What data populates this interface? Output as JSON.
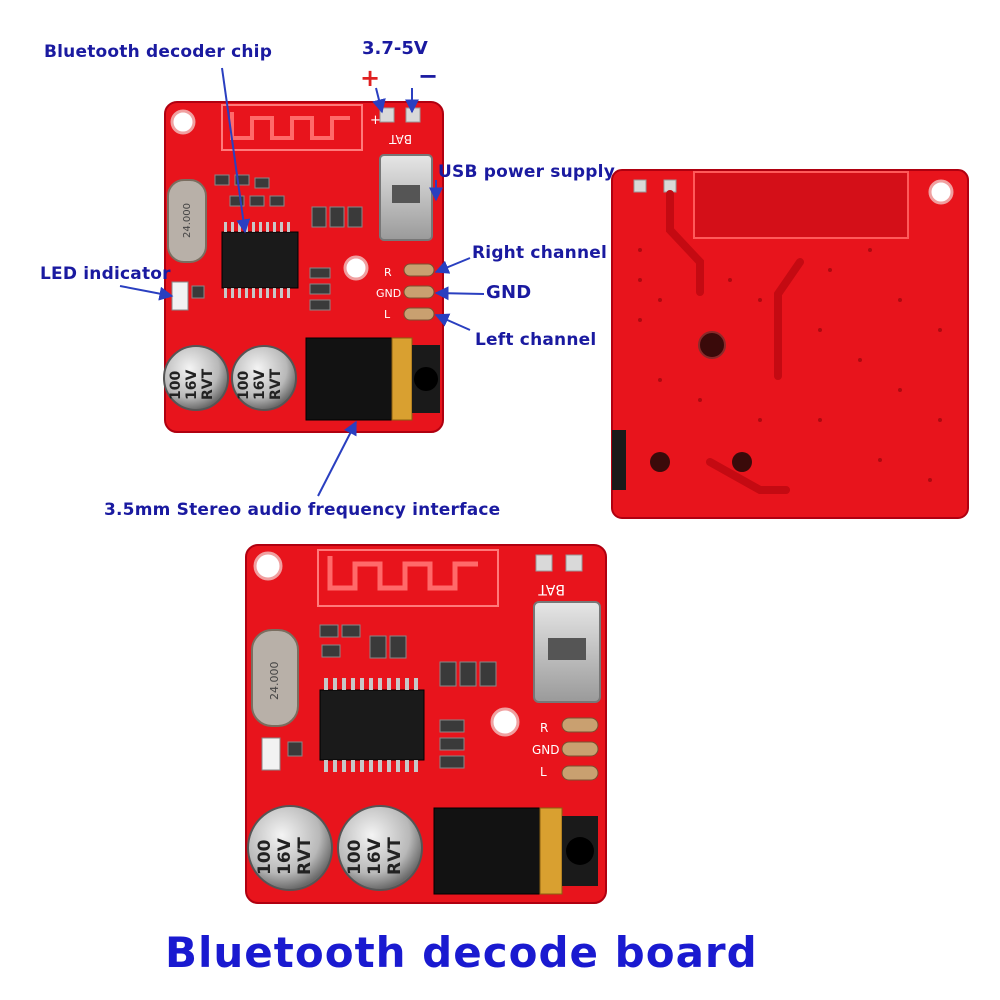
{
  "labels": {
    "chip": "Bluetooth decoder chip",
    "voltage": "3.7-5V",
    "plus": "+",
    "minus": "−",
    "usb": "USB power supply",
    "right_channel": "Right channel",
    "gnd": "GND",
    "left_channel": "Left channel",
    "led": "LED indicator",
    "jack": "3.5mm Stereo audio frequency interface",
    "title": "Bluetooth decode board"
  },
  "silkscreen": {
    "bat": "BAT",
    "bat_plus": "+",
    "r": "R",
    "gnd": "GND",
    "l": "L",
    "crystal": "24.000",
    "cap_line1": "100",
    "cap_line2": "16V",
    "cap_line3": "RVT"
  },
  "colors": {
    "pcb": "#e8141c",
    "label_text": "#1a1aa0",
    "title_text": "#1a1ad0",
    "arrow": "#2a3fc0",
    "plus_mark": "#e02020",
    "minus_mark": "#1a1aa0"
  }
}
